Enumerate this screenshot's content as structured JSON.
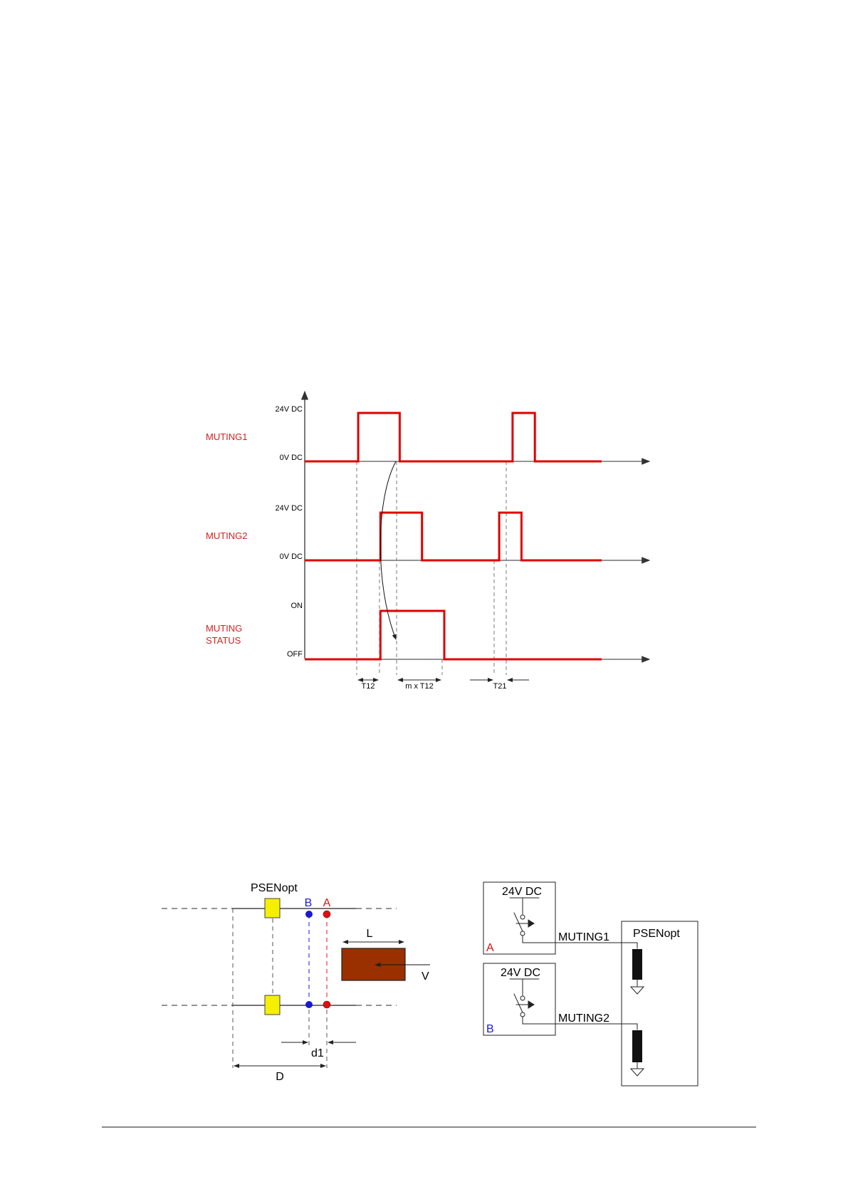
{
  "colors": {
    "signal": "#e00000",
    "label_red": "#d42020",
    "axis": "#444444",
    "dashed": "#777777",
    "point_b": "#1a1ad0",
    "point_a": "#e01010",
    "sensor": "#f5f000",
    "object": "#9a3000",
    "ink": "#111111"
  },
  "timing": {
    "signals": [
      {
        "name": "MUTING1",
        "high_label": "24V DC",
        "low_label": "0V DC",
        "pulses": [
          [
            0.18,
            0.32
          ],
          [
            0.7,
            0.775
          ]
        ]
      },
      {
        "name": "MUTING2",
        "high_label": "24V DC",
        "low_label": "0V DC",
        "pulses": [
          [
            0.255,
            0.395
          ],
          [
            0.655,
            0.73
          ]
        ]
      },
      {
        "name_line1": "MUTING",
        "name_line2": "STATUS",
        "high_label": "ON",
        "low_label": "OFF",
        "pulses": [
          [
            0.255,
            0.47
          ]
        ]
      }
    ],
    "intervals": {
      "t12": "T12",
      "m_t12": "m x T12",
      "t21": "T21"
    }
  },
  "layout_diagram": {
    "sensor_label": "PSENopt",
    "point_b": "B",
    "point_a": "A",
    "length_label": "L",
    "velocity_label": "V",
    "d1_label": "d1",
    "d_label": "D"
  },
  "wiring": {
    "box_a_supply": "24V DC",
    "box_a_label": "A",
    "box_b_supply": "24V DC",
    "box_b_label": "B",
    "muting1": "MUTING1",
    "muting2": "MUTING2",
    "device_label": "PSENopt"
  }
}
